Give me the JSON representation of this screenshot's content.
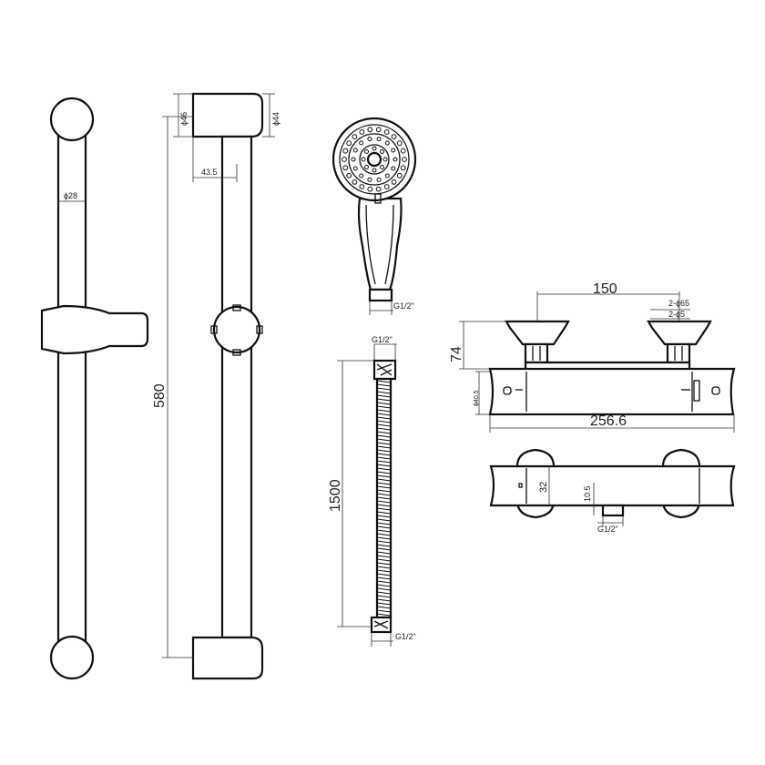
{
  "dimensions": {
    "rail_diameter": "ϕ28",
    "bracket_diameter_left": "ϕ46",
    "bracket_diameter_right": "ϕ44",
    "bracket_offset": "43.5",
    "rail_length": "580",
    "handshower_thread": "G1/2\"",
    "hose_thread_top": "G1/2\"",
    "hose_length": "1500",
    "hose_thread_bottom": "G1/2\"",
    "valve_centers": "150",
    "valve_inlet_outer": "2-ϕ65",
    "valve_inlet_inner": "2-ϕ5",
    "valve_height": "74",
    "valve_body_diameter": "ϕ40.5",
    "valve_body_length": "256.6",
    "valve_depth": "32",
    "valve_outlet_offset": "10.5",
    "valve_outlet_thread": "G1/2\""
  }
}
